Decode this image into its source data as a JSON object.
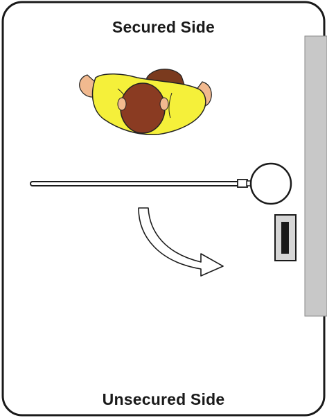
{
  "labels": {
    "top": "Secured Side",
    "bottom": "Unsecured Side"
  },
  "elements": {
    "person": "person-top-view-icon",
    "door": "door-leaf",
    "hinge": "door-hinge-pivot",
    "swing": "door-swing-arrow-icon",
    "wall": "door-frame-wall",
    "card_reader": "card-reader-icon"
  },
  "colors": {
    "border": "#1a1a1a",
    "shirt": "#f5f03a",
    "skin": "#f1b98f",
    "hair": "#8a3b22",
    "wall": "#c8c8c8"
  }
}
